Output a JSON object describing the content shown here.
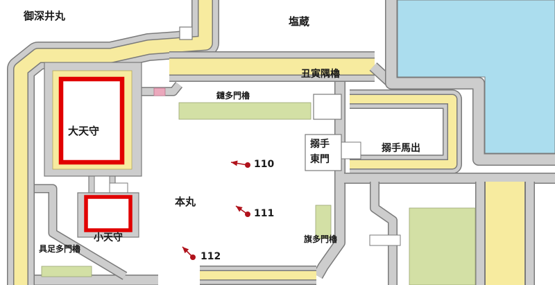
{
  "map": {
    "colors": {
      "wall": "#cdcdcd",
      "wall-edge": "#7a7a7a",
      "yellow": "#f7eb9f",
      "green": "#d3e0a5",
      "water": "#abddee",
      "keep-red": "#e10000",
      "gate-pink": "#eba8bc",
      "marker": "#b0121b",
      "text": "#1a1a1a"
    },
    "labels": {
      "ofukemaru": "御深井丸",
      "shiogura": "塩蔵",
      "ushitora_yagura": "丑寅隅櫓",
      "north_tamon_yagura": "鑓多門櫓",
      "karamete_east_gate": "搦手\n東門",
      "karamete_umadashi": "搦手馬出",
      "main_keep": "大天守",
      "small_keep": "小天守",
      "honmaru": "本丸",
      "gusoku_tamon_yagura": "具足多門櫓",
      "hata_tamon_yagura": "旗多門櫓"
    },
    "markers": [
      {
        "number": "110"
      },
      {
        "number": "111"
      },
      {
        "number": "112"
      }
    ]
  }
}
